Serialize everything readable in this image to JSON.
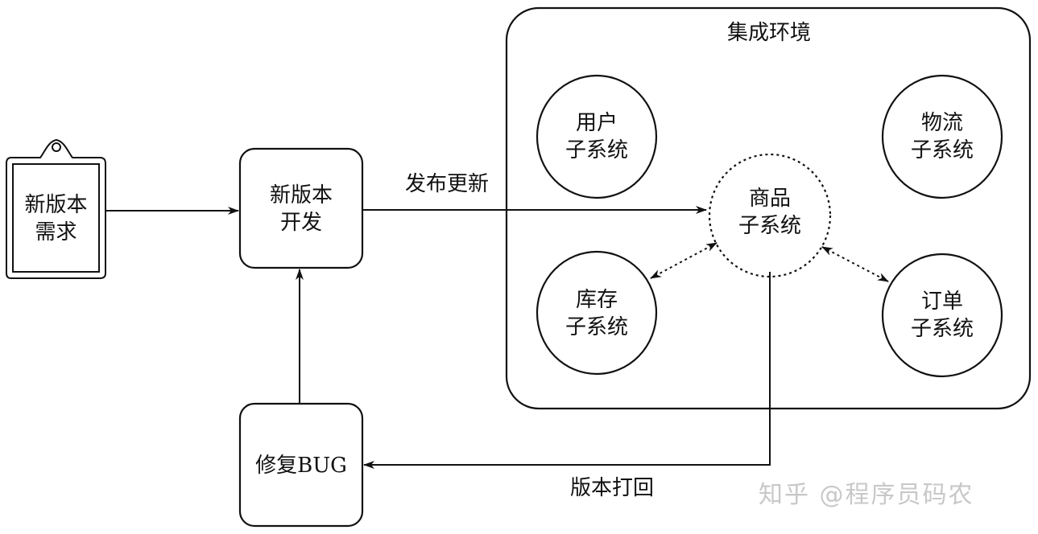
{
  "nodes": {
    "requirement": {
      "lines": [
        "新版本",
        "需求"
      ],
      "icon": "clipboard-icon"
    },
    "develop": {
      "lines": [
        "新版本",
        "开发"
      ]
    },
    "fix": {
      "lines": [
        "修复BUG"
      ]
    }
  },
  "environment": {
    "title": "集成环境",
    "subsystems": {
      "user": [
        "用户",
        "子系统"
      ],
      "logistics": [
        "物流",
        "子系统"
      ],
      "product": [
        "商品",
        "子系统"
      ],
      "inventory": [
        "库存",
        "子系统"
      ],
      "order": [
        "订单",
        "子系统"
      ]
    }
  },
  "edges": {
    "release_label": "发布更新",
    "reject_label": "版本打回"
  },
  "watermark": "知乎 @程序员码农",
  "colors": {
    "stroke": "#111111",
    "watermark": "#c8c8c8",
    "background": "#ffffff"
  }
}
